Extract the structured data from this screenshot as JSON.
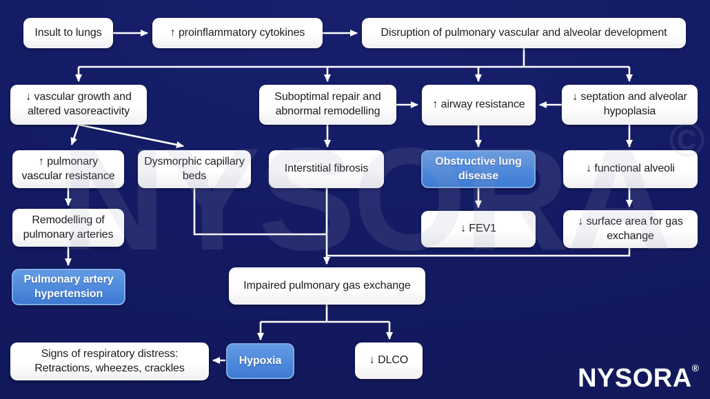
{
  "palette": {
    "background": "#131a62",
    "box_fill": "#ffffff",
    "box_text": "#1b1b1d",
    "highlight_fill": "#4a86d9",
    "highlight_border": "#7fabe9",
    "connector": "#ffffff"
  },
  "nodes": {
    "insult": {
      "label": "Insult to lungs",
      "style": "white"
    },
    "cytokines": {
      "label": "↑ proinflammatory cytokines",
      "style": "white"
    },
    "disruption": {
      "label": "Disruption of pulmonary vascular and alveolar development",
      "style": "white"
    },
    "vascular": {
      "label": "↓ vascular growth and altered vasoreactivity",
      "style": "white"
    },
    "suboptimal": {
      "label": "Suboptimal repair and abnormal remodelling",
      "style": "white"
    },
    "airway": {
      "label": "↑ airway resistance",
      "style": "white"
    },
    "septation": {
      "label": "↓ septation and alveolar hypoplasia",
      "style": "white"
    },
    "pvr": {
      "label": "↑ pulmonary vascular resistance",
      "style": "white"
    },
    "dysmorphic": {
      "label": "Dysmorphic capillary beds",
      "style": "white"
    },
    "interstitial": {
      "label": "Interstitial fibrosis",
      "style": "white"
    },
    "obstructive": {
      "label": "Obstructive lung disease",
      "style": "blue"
    },
    "alveoli": {
      "label": "↓ functional alveoli",
      "style": "white"
    },
    "remodelling": {
      "label": "Remodelling of pulmonary arteries",
      "style": "white"
    },
    "fev1": {
      "label": "↓ FEV1",
      "style": "white"
    },
    "surface": {
      "label": "↓ surface area for gas exchange",
      "style": "white"
    },
    "pah": {
      "label": "Pulmonary artery hypertension",
      "style": "blue"
    },
    "impaired": {
      "label": "Impaired pulmonary gas exchange",
      "style": "white"
    },
    "signs": {
      "label": "Signs of respiratory distress: Retractions, wheezes, crackles",
      "style": "white"
    },
    "hypoxia": {
      "label": "Hypoxia",
      "style": "blue"
    },
    "dlco": {
      "label": "↓ DLCO",
      "style": "white"
    }
  },
  "edges": [
    {
      "from": "insult",
      "to": "cytokines"
    },
    {
      "from": "cytokines",
      "to": "disruption"
    },
    {
      "from": "disruption",
      "to": "vascular"
    },
    {
      "from": "disruption",
      "to": "suboptimal"
    },
    {
      "from": "disruption",
      "to": "airway"
    },
    {
      "from": "disruption",
      "to": "septation"
    },
    {
      "from": "suboptimal",
      "to": "airway"
    },
    {
      "from": "septation",
      "to": "airway"
    },
    {
      "from": "vascular",
      "to": "pvr"
    },
    {
      "from": "vascular",
      "to": "dysmorphic"
    },
    {
      "from": "suboptimal",
      "to": "interstitial"
    },
    {
      "from": "airway",
      "to": "obstructive"
    },
    {
      "from": "septation",
      "to": "alveoli"
    },
    {
      "from": "pvr",
      "to": "remodelling"
    },
    {
      "from": "obstructive",
      "to": "fev1"
    },
    {
      "from": "alveoli",
      "to": "surface"
    },
    {
      "from": "remodelling",
      "to": "pah"
    },
    {
      "from": "dysmorphic",
      "to": "impaired"
    },
    {
      "from": "interstitial",
      "to": "impaired"
    },
    {
      "from": "surface",
      "to": "impaired"
    },
    {
      "from": "impaired",
      "to": "hypoxia"
    },
    {
      "from": "impaired",
      "to": "dlco"
    },
    {
      "from": "hypoxia",
      "to": "signs"
    }
  ],
  "watermark": {
    "text": "NYSORA",
    "symbol": "©"
  },
  "logo": {
    "text": "NYSORA",
    "mark": "®"
  }
}
